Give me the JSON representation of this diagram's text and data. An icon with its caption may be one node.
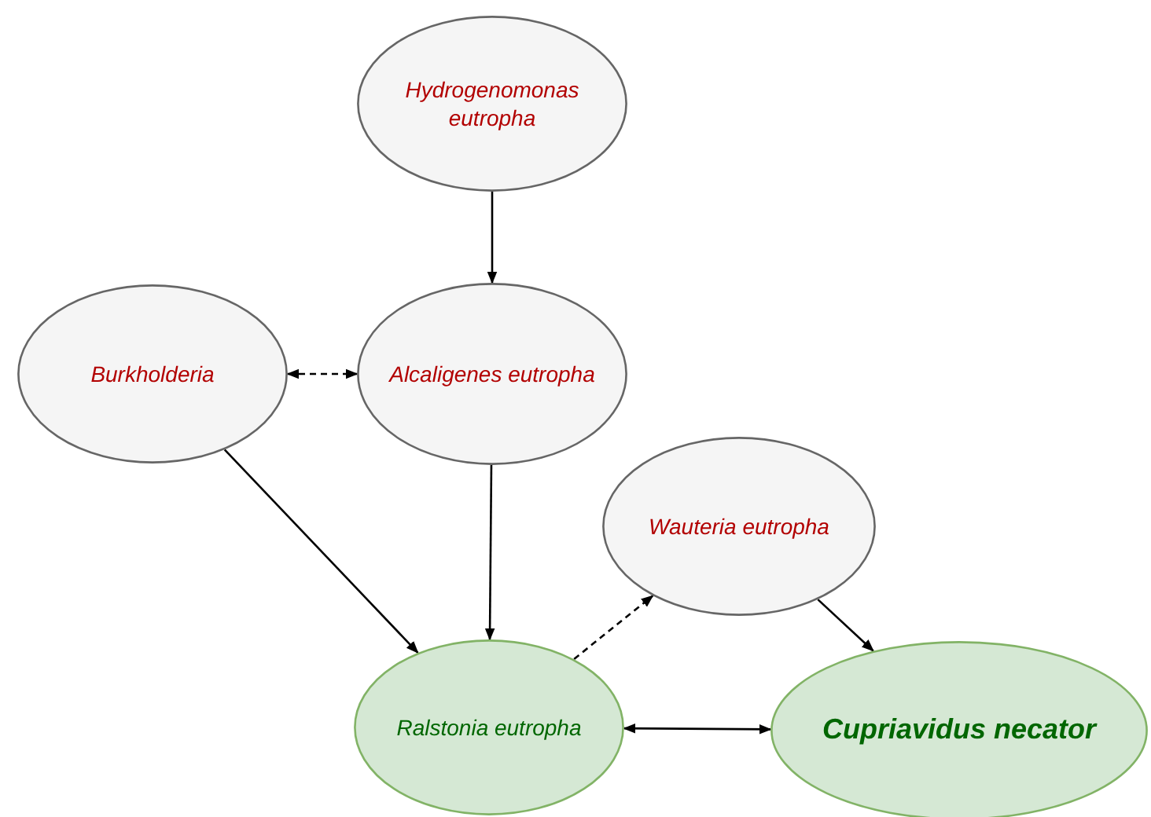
{
  "diagram": {
    "nodes": [
      {
        "text": [
          "Hydrogenomonas eutropha"
        ]
      },
      {
        "text": [
          "Burkholderia"
        ]
      },
      {
        "text": [
          "Alcaligenes eutropha"
        ]
      },
      {
        "text": [
          "Wauteria eutropha"
        ]
      },
      {
        "text": [
          "Ralstonia eutropha"
        ]
      },
      {
        "text": [
          "Cupriavidus necator"
        ]
      }
    ],
    "edges": [
      {
        "from": 0,
        "to": 2,
        "arrow": "to"
      },
      {
        "from": 1,
        "to": 2,
        "arrow": "both",
        "style": "dashed"
      },
      {
        "from": 1,
        "to": 4,
        "arrow": "to"
      },
      {
        "from": 2,
        "to": 4,
        "arrow": "to"
      },
      {
        "from": 4,
        "to": 3,
        "arrow": "to",
        "style": "dashed"
      },
      {
        "from": 3,
        "to": 5,
        "arrow": "to"
      },
      {
        "from": 4,
        "to": 5,
        "arrow": "both"
      }
    ]
  }
}
